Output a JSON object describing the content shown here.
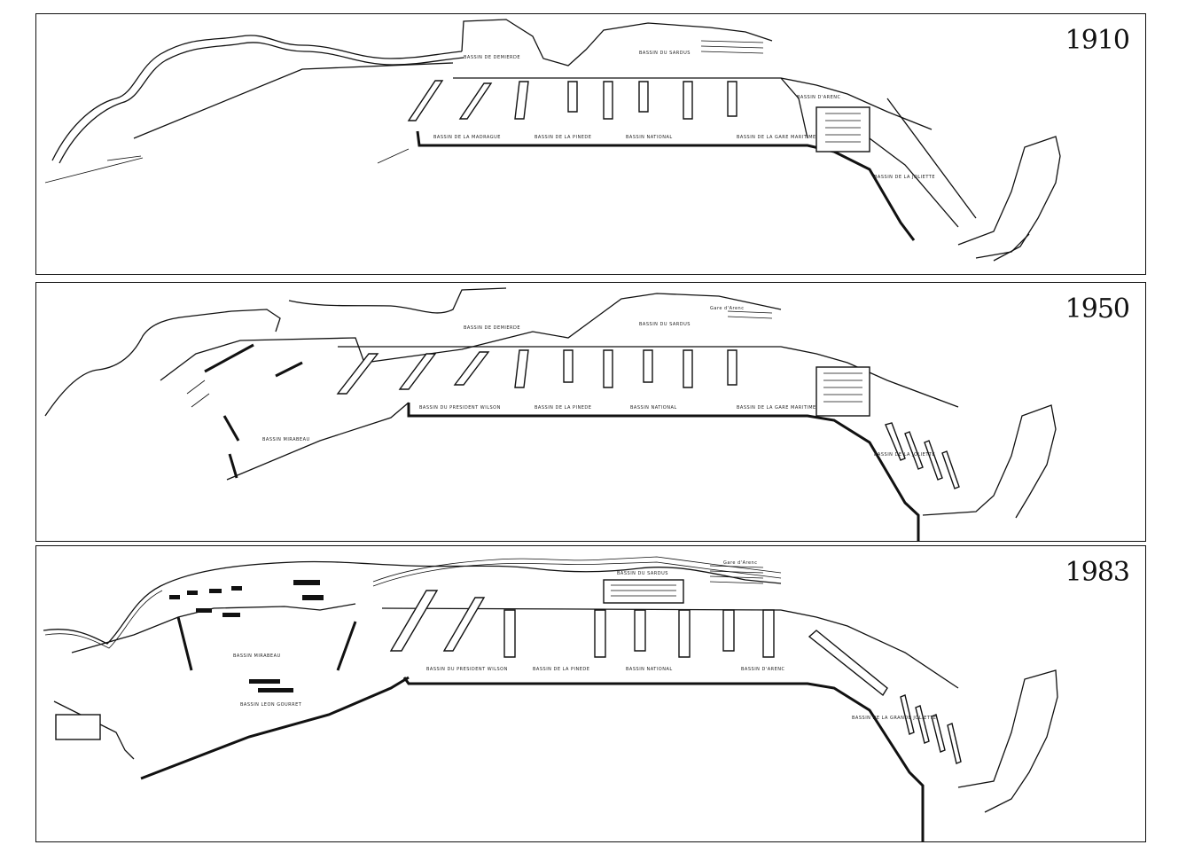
{
  "panels": [
    {
      "year": "1910",
      "basins": [
        "BASSIN DE DEMIERDE",
        "BASSIN DE LA MADRAGUE",
        "BASSIN DE LA PINEDE",
        "BASSIN NATIONAL",
        "BASSIN DE LA GARE MARITIME",
        "BASSIN DU SARDUS",
        "BASSIN D'ARENC",
        "BASSIN DE LA JOLIETTE"
      ]
    },
    {
      "year": "1950",
      "basins": [
        "BASSIN DE DEMIERDE",
        "BASSIN DU PRESIDENT WILSON",
        "BASSIN DE LA PINEDE",
        "BASSIN NATIONAL",
        "BASSIN DE LA GARE MARITIME",
        "BASSIN DU SARDUS",
        "BASSIN MIRABEAU",
        "BASSIN DE LA JOLIETTE",
        "Gare d'Arenc"
      ]
    },
    {
      "year": "1983",
      "basins": [
        "BASSIN DU PRESIDENT WILSON",
        "BASSIN DE LA PINEDE",
        "BASSIN NATIONAL",
        "BASSIN D'ARENC",
        "BASSIN MIRABEAU",
        "BASSIN LEON GOURRET",
        "BASSIN DU SARDUS",
        "BASSIN DE LA GRANDE JOLIETTE",
        "Gare d'Arenc"
      ]
    }
  ]
}
